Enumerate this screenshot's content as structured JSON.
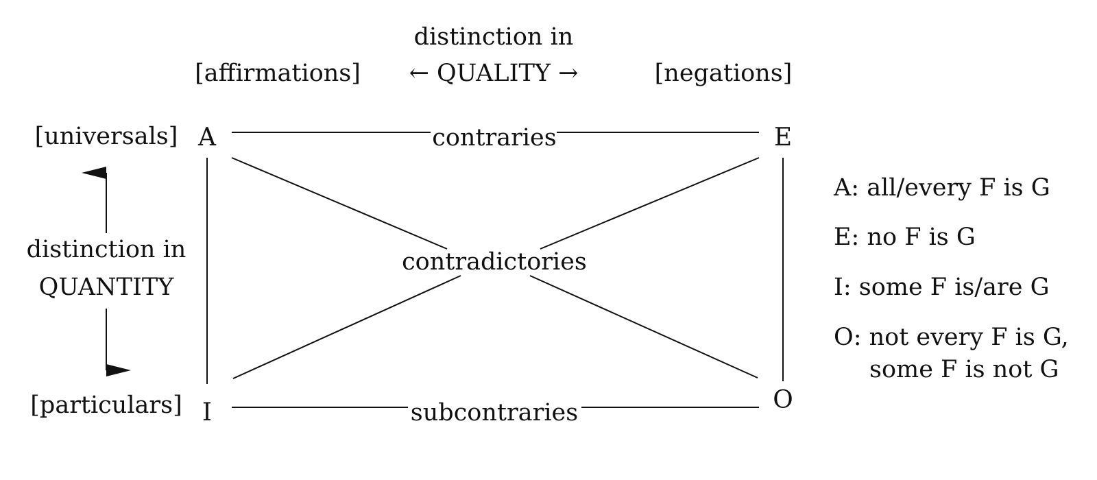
{
  "header": {
    "quality_line1": "distinction in",
    "quality_line2": "← QUALITY →",
    "affirmations": "[affirmations]",
    "negations": "[negations]"
  },
  "side": {
    "universals": "[universals]",
    "particulars": "[particulars]",
    "quantity_line1": "distinction in",
    "quantity_line2": "QUANTITY"
  },
  "corners": {
    "a": "A",
    "e": "E",
    "i": "I",
    "o": "O"
  },
  "relations": {
    "contraries": "contraries",
    "contradictories": "contradictories",
    "subcontraries": "subcontraries"
  },
  "legend": {
    "a": "A: all/every F is G",
    "e": "E: no F is G",
    "i": "I: some F is/are G",
    "o_line1": "O: not every F is G,",
    "o_line2": "some F is not G"
  },
  "colors": {
    "ink": "#111111",
    "background": "#ffffff"
  }
}
